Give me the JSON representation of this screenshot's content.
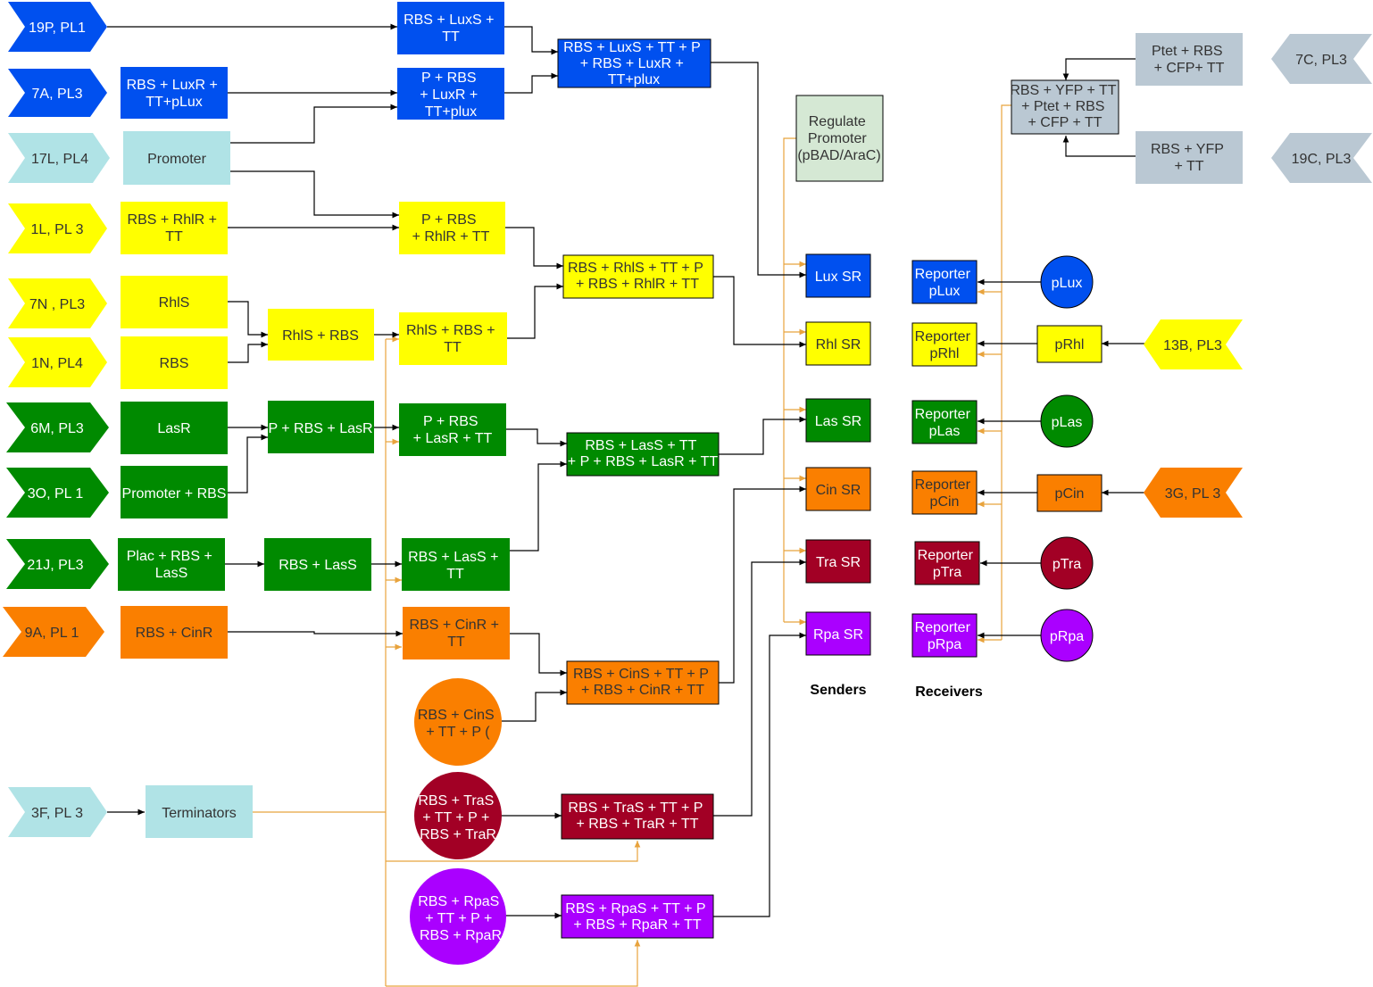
{
  "colors": {
    "blue": "#0050ef",
    "light_cyan": "#b0e3e6",
    "yellow": "#ffff00",
    "green": "#008a00",
    "orange": "#fa7f00",
    "crimson": "#a20025",
    "purple": "#aa00ff",
    "grey_blue": "#bac8d3",
    "pale_green": "#d5e8d4",
    "orange_connector": "#e8a33d",
    "black_connector": "#000000"
  },
  "tags": {
    "t19p": "19P, PL1",
    "t7a": "7A, PL3",
    "t17l": "17L, PL4",
    "t1l": "1L, PL 3",
    "t7n": "7N , PL3",
    "t1n": "1N, PL4",
    "t6m": "6M, PL3",
    "t3o": "3O, PL 1",
    "t21j": "21J, PL3",
    "t9a": "9A, PL 1",
    "t3f": "3F, PL 3",
    "t7c": "7C, PL3",
    "t19c": "19C, PL3",
    "t13b": "13B, PL3",
    "t3g": "3G, PL 3"
  },
  "parts": {
    "rbs_luxr_ttplux": [
      "RBS + LuxR +",
      "TT+pLux"
    ],
    "promoter": [
      "Promoter"
    ],
    "rbs_rhlr_tt": [
      "RBS + RhlR +",
      "TT"
    ],
    "rhls": [
      "RhlS"
    ],
    "rbs": [
      "RBS"
    ],
    "lasr": [
      "LasR"
    ],
    "promoter_rbs": [
      "Promoter + RBS"
    ],
    "plac_rbs_lass": [
      "Plac + RBS +",
      "LasS"
    ],
    "rbs_cinr": [
      "RBS + CinR"
    ],
    "terminators": [
      "Terminators"
    ]
  },
  "assemblies": {
    "rbs_luxs_tt": [
      "RBS + LuxS +",
      "TT"
    ],
    "p_rbs_luxr_ttplux": [
      "P + RBS",
      "+ LuxR +",
      "TT+plux"
    ],
    "lux_full": [
      "RBS + LuxS + TT + P",
      "+ RBS + LuxR +",
      "TT+plux"
    ],
    "p_rbs_rhlr_tt": [
      "P + RBS",
      "+ RhlR + TT"
    ],
    "rhl_full": [
      "RBS + RhlS + TT + P",
      "+ RBS + RhlR + TT"
    ],
    "rhls_rbs": [
      "RhlS + RBS"
    ],
    "rhls_rbs_tt": [
      "RhlS + RBS +",
      "TT"
    ],
    "p_rbs_lasr": [
      "P + RBS + LasR"
    ],
    "p_rbs_lasr_tt": [
      "P + RBS",
      "+ LasR + TT"
    ],
    "las_full": [
      "RBS  + LasS + TT",
      "+ P + RBS + LasR + TT"
    ],
    "rbs_lass": [
      "RBS + LasS"
    ],
    "rbs_lass_tt": [
      "RBS + LasS +",
      "TT"
    ],
    "rbs_cinr_tt": [
      "RBS + CinR +",
      "TT"
    ],
    "cin_full": [
      "RBS + CinS + TT + P",
      "+ RBS + CinR + TT"
    ],
    "rbs_cins_circle": [
      "RBS + CinS",
      "+ TT + P ("
    ],
    "tra_circle": [
      "RBS + TraS",
      "+ TT + P +",
      "RBS + TraR"
    ],
    "tra_full": [
      "RBS + TraS + TT + P",
      "+ RBS + TraR + TT"
    ],
    "rpa_circle": [
      "RBS + RpaS",
      "+ TT + P +",
      "RBS + RpaR"
    ],
    "rpa_full": [
      "RBS + RpaS + TT + P",
      "+ RBS + RpaR + TT"
    ],
    "regulate_promoter": [
      "Regulate",
      "Promoter",
      "(pBAD/AraC)"
    ],
    "ptet_rbs_cfp_tt": [
      "Ptet + RBS",
      "+ CFP+ TT"
    ],
    "rbs_yfp_tt": [
      "RBS + YFP",
      "+ TT"
    ],
    "yfp_cfp_full": [
      "RBS + YFP + TT",
      "+ Ptet + RBS",
      "+ CFP + TT"
    ]
  },
  "senders": {
    "lux": "Lux SR",
    "rhl": "Rhl SR",
    "las": "Las SR",
    "cin": "Cin SR",
    "tra": "Tra SR",
    "rpa": "Rpa SR"
  },
  "reporters": {
    "lux": [
      "Reporter",
      "pLux"
    ],
    "rhl": [
      "Reporter",
      "pRhl"
    ],
    "las": [
      "Reporter",
      "pLas"
    ],
    "cin": [
      "Reporter",
      "pCin"
    ],
    "tra": [
      "Reporter",
      "pTra"
    ],
    "rpa": [
      "Reporter",
      "pRpa"
    ]
  },
  "promoters": {
    "plux": "pLux",
    "prhl": "pRhl",
    "plas": "pLas",
    "pcin": "pCin",
    "ptra": "pTra",
    "prpa": "pRpa"
  },
  "section_labels": {
    "senders": "Senders",
    "receivers": "Receivers"
  }
}
